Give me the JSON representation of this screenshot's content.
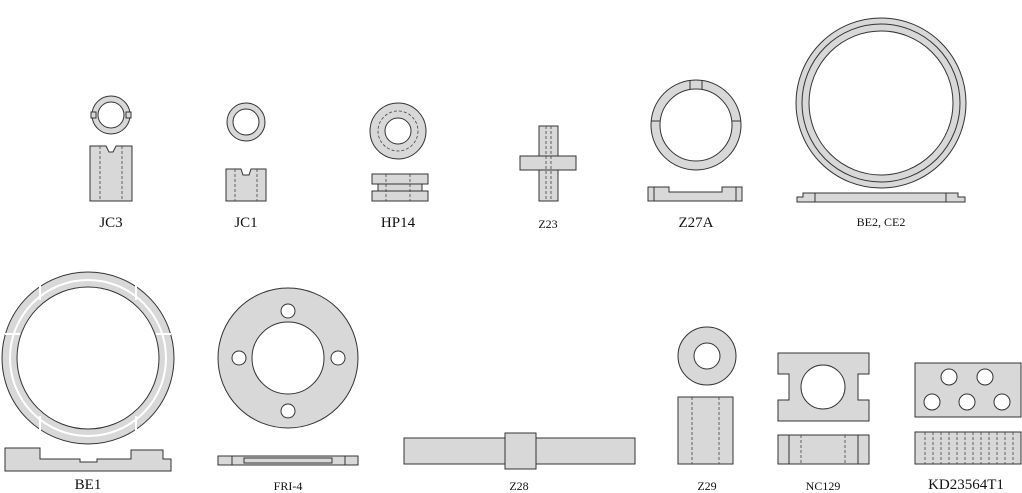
{
  "parts": [
    {
      "id": "jc3",
      "label": "JC3"
    },
    {
      "id": "jc1",
      "label": "JC1"
    },
    {
      "id": "hp14",
      "label": "HP14"
    },
    {
      "id": "z23",
      "label": "Z23"
    },
    {
      "id": "z27a",
      "label": "Z27A"
    },
    {
      "id": "be2ce2",
      "label": "BE2, CE2"
    },
    {
      "id": "be1",
      "label": "BE1"
    },
    {
      "id": "fri4",
      "label": "FRI-4"
    },
    {
      "id": "z28",
      "label": "Z28"
    },
    {
      "id": "z29",
      "label": "Z29"
    },
    {
      "id": "nc129",
      "label": "NC129"
    },
    {
      "id": "kd23564t1",
      "label": "KD23564T1"
    }
  ]
}
